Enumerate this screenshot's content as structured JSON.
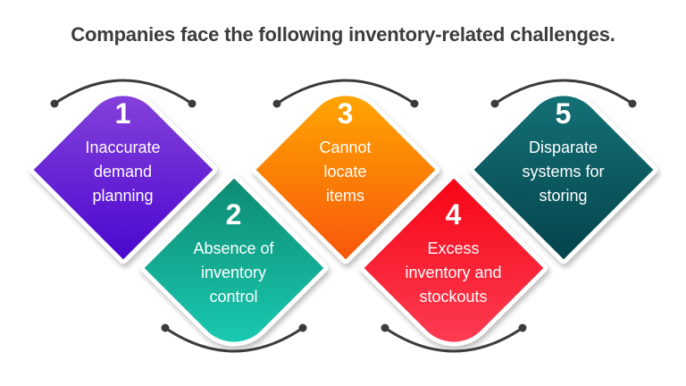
{
  "title": "Companies face the following inventory-related challenges.",
  "title_color": "#3C3C3C",
  "background": "#FFFFFF",
  "arc_color": "#3B3B3B",
  "challenges": [
    {
      "number": "1",
      "label": "Inaccurate\ndemand\nplanning",
      "color_top": "#8A46DB",
      "color_bottom": "#4A07CF",
      "arc": "top"
    },
    {
      "number": "2",
      "label": "Absence of\ninventory\ncontrol",
      "color_top": "#0D8A71",
      "color_bottom": "#1BCFB6",
      "arc": "bottom"
    },
    {
      "number": "3",
      "label": "Cannot\nlocate\nitems",
      "color_top": "#FFAD00",
      "color_bottom": "#F8570B",
      "arc": "top"
    },
    {
      "number": "4",
      "label": "Excess\ninventory and\nstockouts",
      "color_top": "#F60515",
      "color_bottom": "#FD4158",
      "arc": "bottom"
    },
    {
      "number": "5",
      "label": "Disparate\nsystems for\nstoring",
      "color_top": "#147579",
      "color_bottom": "#05434C",
      "arc": "top"
    }
  ]
}
